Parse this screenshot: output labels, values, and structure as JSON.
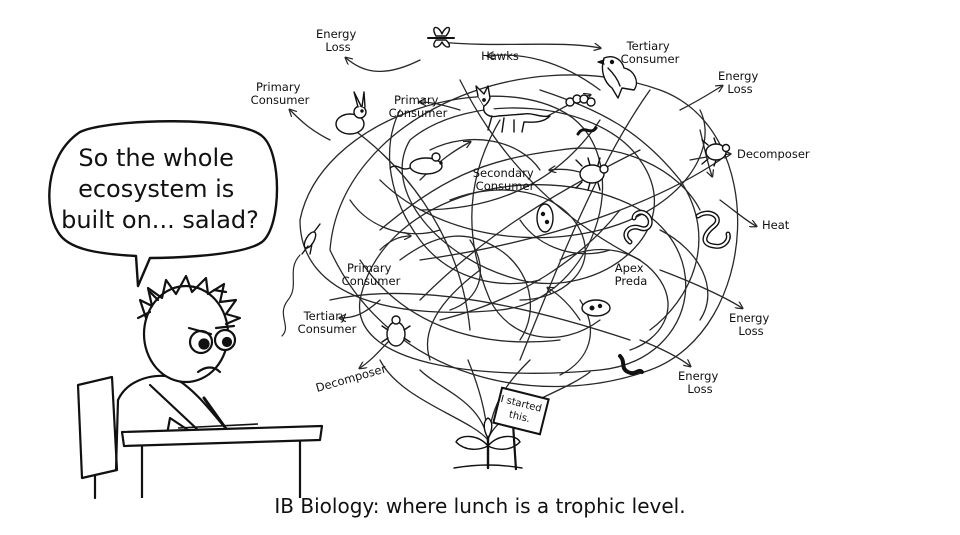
{
  "speech_bubble": {
    "lines": [
      "So the whole",
      "ecosystem is",
      "built on... salad?"
    ]
  },
  "sign": {
    "lines": [
      "I started",
      "this."
    ]
  },
  "caption": "IB Biology: where lunch is a trophic level.",
  "web_labels": {
    "energy_loss_top": [
      "Energy",
      "Loss"
    ],
    "hawks": "Hawks",
    "tertiary_consumer_top": [
      "Tertiary",
      "Consumer"
    ],
    "energy_loss_top_right": [
      "Energy",
      "Loss"
    ],
    "primary_consumer_left": [
      "Primary",
      "Consumer"
    ],
    "primary_consumer_mid": [
      "Primary",
      "Consumer"
    ],
    "decomposer_right": "Decomposer",
    "secondary_consumer": [
      "Secondary",
      "Consumer"
    ],
    "heat": "Heat",
    "primary_consumer_lower": [
      "Primary",
      "Consumer"
    ],
    "apex_predator": [
      "Apex",
      "Preda"
    ],
    "tertiary_consumer_left": [
      "Tertiary",
      "Consumer"
    ],
    "energy_loss_right": [
      "Energy",
      "Loss"
    ],
    "decomposer_left": "Decomposer",
    "energy_loss_bottom": [
      "Energy",
      "Loss"
    ]
  },
  "icons": [
    "dragonfly-icon",
    "hawk-icon",
    "rabbit-icon",
    "fox-icon",
    "mouse-icon",
    "caterpillar-icon",
    "beetle-icon",
    "bacteria-icon",
    "snake-icon",
    "worm-icon",
    "mosquito-icon",
    "seedling-icon"
  ]
}
